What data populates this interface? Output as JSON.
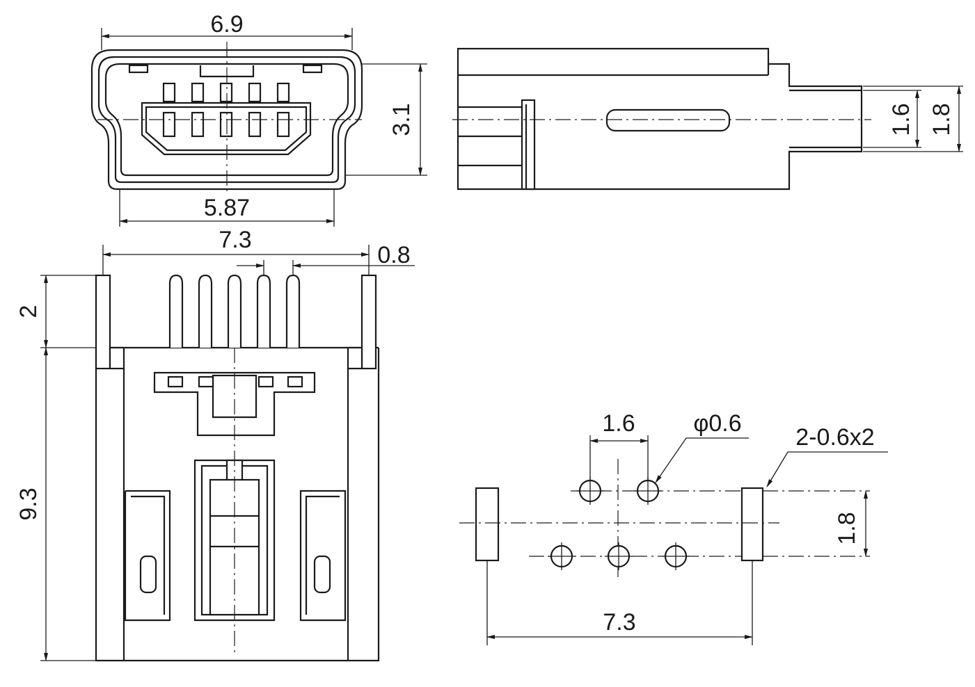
{
  "drawing": {
    "front_view": {
      "dim_top_width": "6.9",
      "dim_inner_width": "5.87",
      "dim_height": "3.1"
    },
    "side_view": {
      "dim_pin_thickness": "1.6",
      "dim_tab_height": "1.8"
    },
    "top_view": {
      "dim_overall_width": "7.3",
      "dim_pin_pitch": "0.8",
      "dim_pin_length": "2",
      "dim_body_length": "9.3"
    },
    "footprint": {
      "dim_hole_pitch": "1.6",
      "dim_hole_diameter": "φ0.6",
      "dim_slot": "2-0.6x2",
      "dim_row_spacing": "1.8",
      "dim_slot_span": "7.3"
    }
  }
}
